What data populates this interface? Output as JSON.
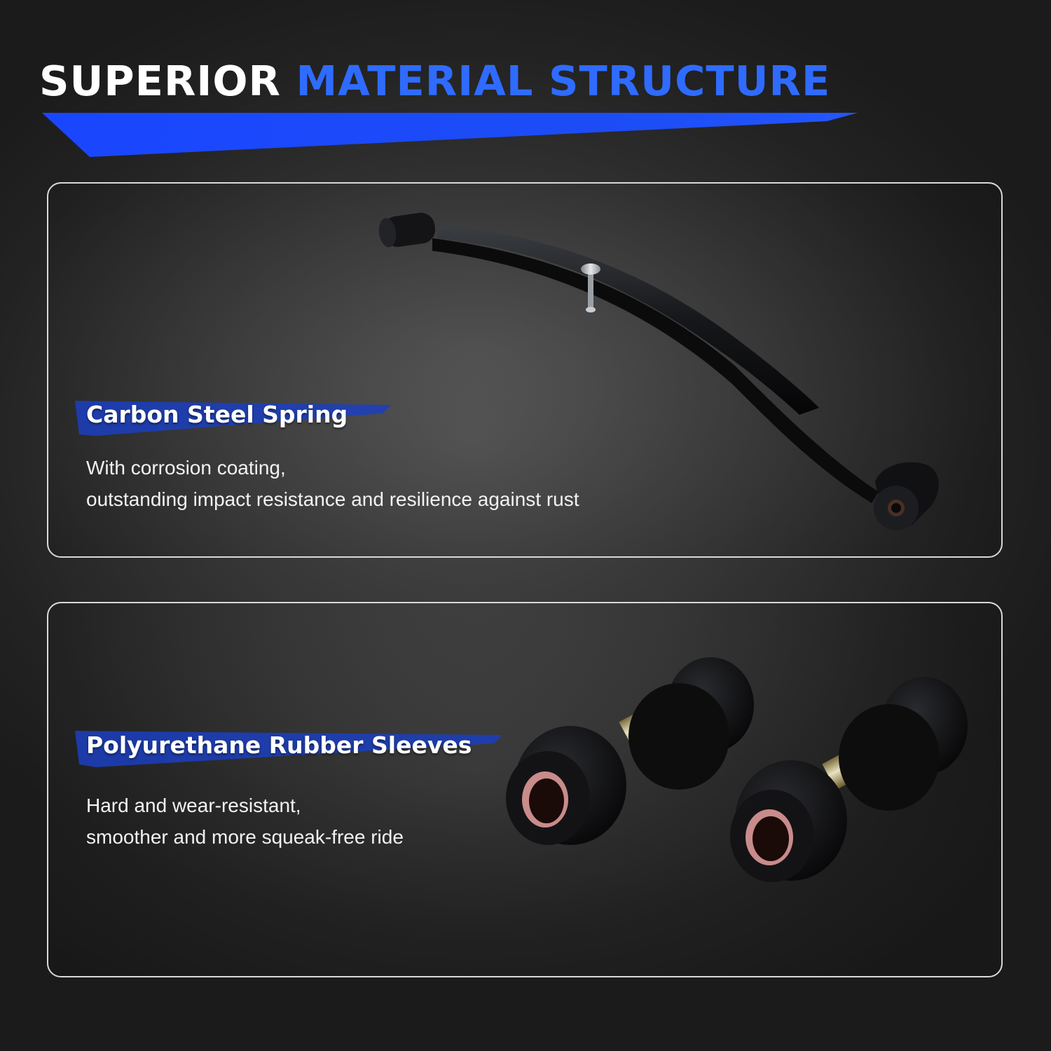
{
  "header": {
    "title_part1": "SUPERIOR",
    "title_part2": "MATERIAL STRUCTURE",
    "accent_color": "#1f4fff"
  },
  "features": [
    {
      "title": "Carbon Steel Spring",
      "desc_line1": "With corrosion coating,",
      "desc_line2": "outstanding impact resistance and resilience against rust",
      "image": "leaf-spring"
    },
    {
      "title": "Polyurethane Rubber Sleeves",
      "desc_line1": "Hard and wear-resistant,",
      "desc_line2": "smoother and more squeak-free ride",
      "image": "rubber-bushings"
    }
  ]
}
